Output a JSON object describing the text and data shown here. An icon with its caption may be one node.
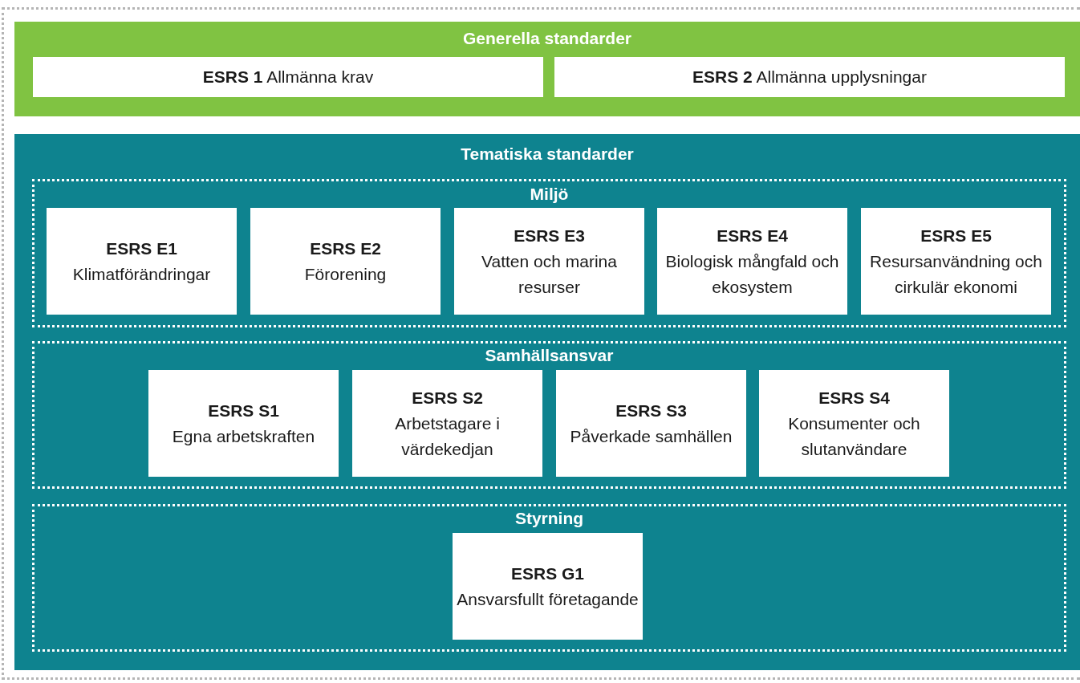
{
  "diagram": {
    "nodes": [
      {
        "text": [
          "Generella standarder"
        ]
      },
      {
        "text": [
          "**ESRS 1** Allmänna krav"
        ],
        "in": 0
      },
      {
        "text": [
          "**ESRS 2** Allmänna upplysningar"
        ],
        "in": 0
      },
      {
        "text": [
          "Tematiska standarder"
        ]
      },
      {
        "text": [
          "Miljö"
        ],
        "in": 3
      },
      {
        "text": [
          "ESRS E1",
          "Klimatförändringar"
        ],
        "in": 4
      },
      {
        "text": [
          "ESRS E2",
          "Förorening"
        ],
        "in": 4
      },
      {
        "text": [
          "ESRS E3",
          "Vatten och marina resurser"
        ],
        "in": 4
      },
      {
        "text": [
          "ESRS E4",
          "Biologisk mångfald och ekosystem"
        ],
        "in": 4
      },
      {
        "text": [
          "ESRS E5",
          "Resursanvändning och cirkulär ekonomi"
        ],
        "in": 4
      },
      {
        "text": [
          "Samhällsansvar"
        ],
        "in": 3
      },
      {
        "text": [
          "ESRS S1",
          "Egna arbetskraften"
        ],
        "in": 10
      },
      {
        "text": [
          "ESRS S2",
          "Arbetstagare i värdekedjan"
        ],
        "in": 10
      },
      {
        "text": [
          "ESRS S3",
          "Påverkade samhällen"
        ],
        "in": 10
      },
      {
        "text": [
          "ESRS S4",
          "Konsumenter och slutanvändare"
        ],
        "in": 10
      },
      {
        "text": [
          "Styrning"
        ],
        "in": 3
      },
      {
        "text": [
          "ESRS G1",
          "Ansvarsfullt företagande"
        ],
        "in": 15
      }
    ]
  }
}
